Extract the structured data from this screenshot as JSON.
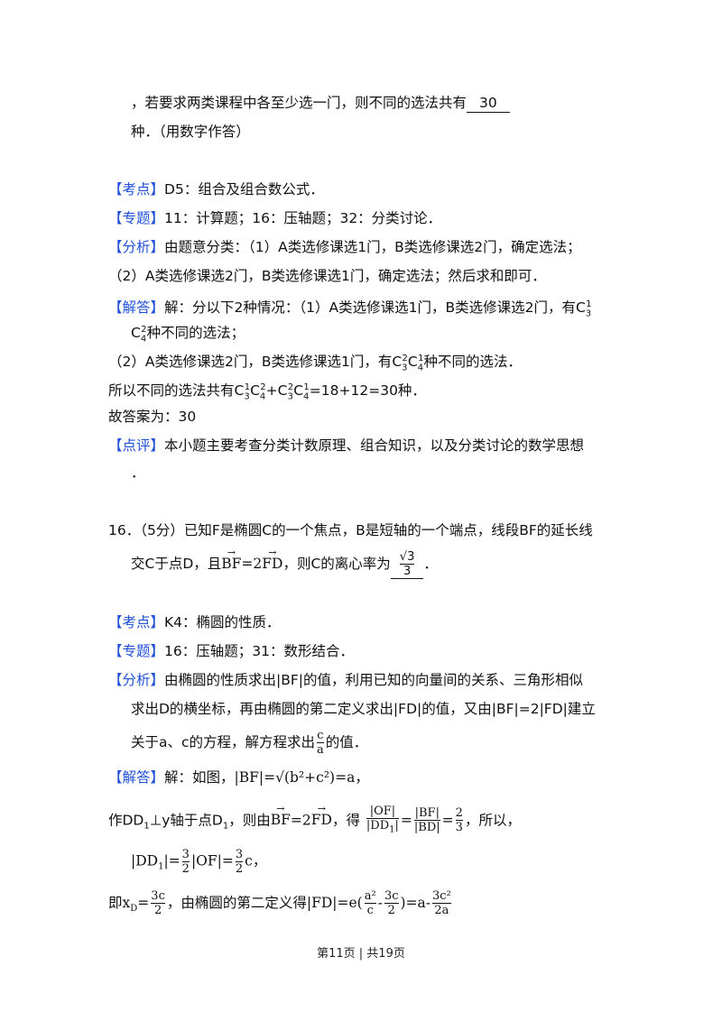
{
  "q15": {
    "line1_prefix": "，若要求两类课程中各至少选一门，则不同的选法共有",
    "answer": "30",
    "line2": "种．（用数字作答）"
  },
  "q15_analysis": {
    "kaodian_tag": "【考点】",
    "kaodian_text": "D5：组合及组合数公式．",
    "zhuanti_tag": "【专题】",
    "zhuanti_text": "11：计算题；16：压轴题；32：分类讨论．",
    "fenxi_tag": "【分析】",
    "fenxi_text1": "由题意分类：（1）A类选修课选1门，B类选修课选2门，确定选法；",
    "fenxi_text2": "（2）A类选修课选2门，B类选修课选1门，确定选法；然后求和即可．",
    "jieda_tag": "【解答】",
    "jieda_text1": "解：分以下2种情况：（1）A类选修课选1门，B类选修课选2门，有C",
    "jieda_text2": "种不同的选法；",
    "jieda_text3a": "（2）A类选修课选2门，B类选修课选1门，有C",
    "jieda_text3b": "种不同的选法．",
    "jieda_text4a": "所以不同的选法共有C",
    "jieda_text4b": "=18+12=30种．",
    "guda": "故答案为：30",
    "dianping_tag": "【点评】",
    "dianping_text": "本小题主要考查分类计数原理、组合知识，以及分类讨论的数学思想",
    "dianping_end": "．"
  },
  "q16": {
    "line1": "16．（5分）已知F是椭圆C的一个焦点，B是短轴的一个端点，线段BF的延长线",
    "line2a": "交C于点D，且",
    "vec_bf": "BF",
    "eq2": "=2",
    "vec_fd": "FD",
    "line2b": "，则C的离心率为",
    "ans_num": "√3",
    "ans_den": "3",
    "line2c": "．"
  },
  "q16_analysis": {
    "kaodian_tag": "【考点】",
    "kaodian_text": "K4：椭圆的性质．",
    "zhuanti_tag": "【专题】",
    "zhuanti_text": "16：压轴题；31：数形结合．",
    "fenxi_tag": "【分析】",
    "fenxi_text1": "由椭圆的性质求出|BF|的值，利用已知的向量间的关系、三角形相似",
    "fenxi_text2": "求出D的横坐标，再由椭圆的第二定义求出|FD|的值，又由|BF|=2|FD|建立",
    "fenxi_text3a": "关于a、c的方程，解方程求出",
    "fenxi_text3b": "的值．",
    "jieda_tag": "【解答】",
    "jieda_text1": "解：如图，",
    "eq1": "|BF|=√(b²+c²)=a，",
    "line_dd": "作DD",
    "line_dd2": "⊥y轴于点D",
    "line_dd3": "，则由",
    "line_dd4": "，得",
    "suoyi": "，所以，",
    "eq_dd1": "|DD",
    "eq_dd2": "|=",
    "eq_dd3": "|OF|=",
    "eq_dd4": "c，",
    "ji": "即",
    "xd": "x",
    "xd_sub": "D",
    "xd_eq": "=",
    "second_def": "，由椭圆的第二定义得",
    "fd_expr": "|FD|=e(",
    "fd_expr2": ")=a-"
  },
  "footer": "第11页 | 共19页"
}
